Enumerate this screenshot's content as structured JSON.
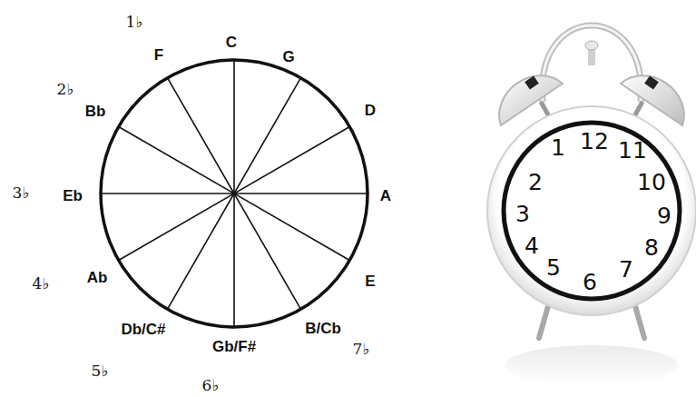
{
  "diagram": {
    "nodes": [
      {
        "text": [
          "1",
          "12",
          "11",
          "2",
          "10",
          "3",
          "9",
          "4",
          "8",
          "5",
          "7",
          "6"
        ]
      }
    ],
    "labels": [
      "1♭",
      "C",
      "F",
      "G",
      "2♭",
      "Bb",
      "D",
      "3♭",
      "Eb",
      "A",
      "Ab",
      "4♭",
      "E",
      "Db/C#",
      "Gb/F#",
      "B/Cb",
      "7♭",
      "5♭",
      "6♭"
    ]
  }
}
